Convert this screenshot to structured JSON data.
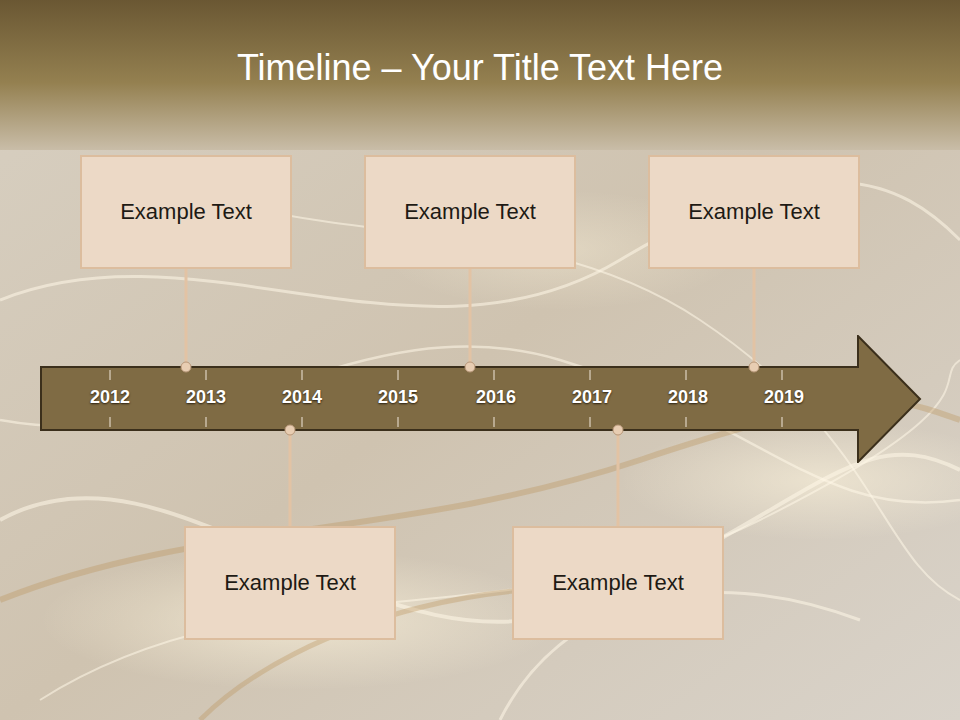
{
  "diagram": {
    "title": "Timeline – Your Title Text Here",
    "nodes": [
      {
        "text": [
          "Example Text"
        ]
      },
      {
        "text": [
          "Example Text"
        ]
      },
      {
        "text": [
          "Example Text"
        ]
      },
      {
        "text": [
          "2012",
          "2013",
          "2014",
          "2015",
          "2016",
          "2017",
          "2018",
          "2019"
        ]
      },
      {
        "text": [
          "Example Text"
        ]
      },
      {
        "text": [
          "Example Text"
        ]
      }
    ],
    "edges": [
      {
        "from": 0,
        "to": 3,
        "arrow": "none"
      },
      {
        "from": 1,
        "to": 3,
        "arrow": "none"
      },
      {
        "from": 2,
        "to": 3,
        "arrow": "none"
      },
      {
        "from": 3,
        "to": 4,
        "arrow": "none"
      },
      {
        "from": 3,
        "to": 5,
        "arrow": "none"
      }
    ]
  }
}
